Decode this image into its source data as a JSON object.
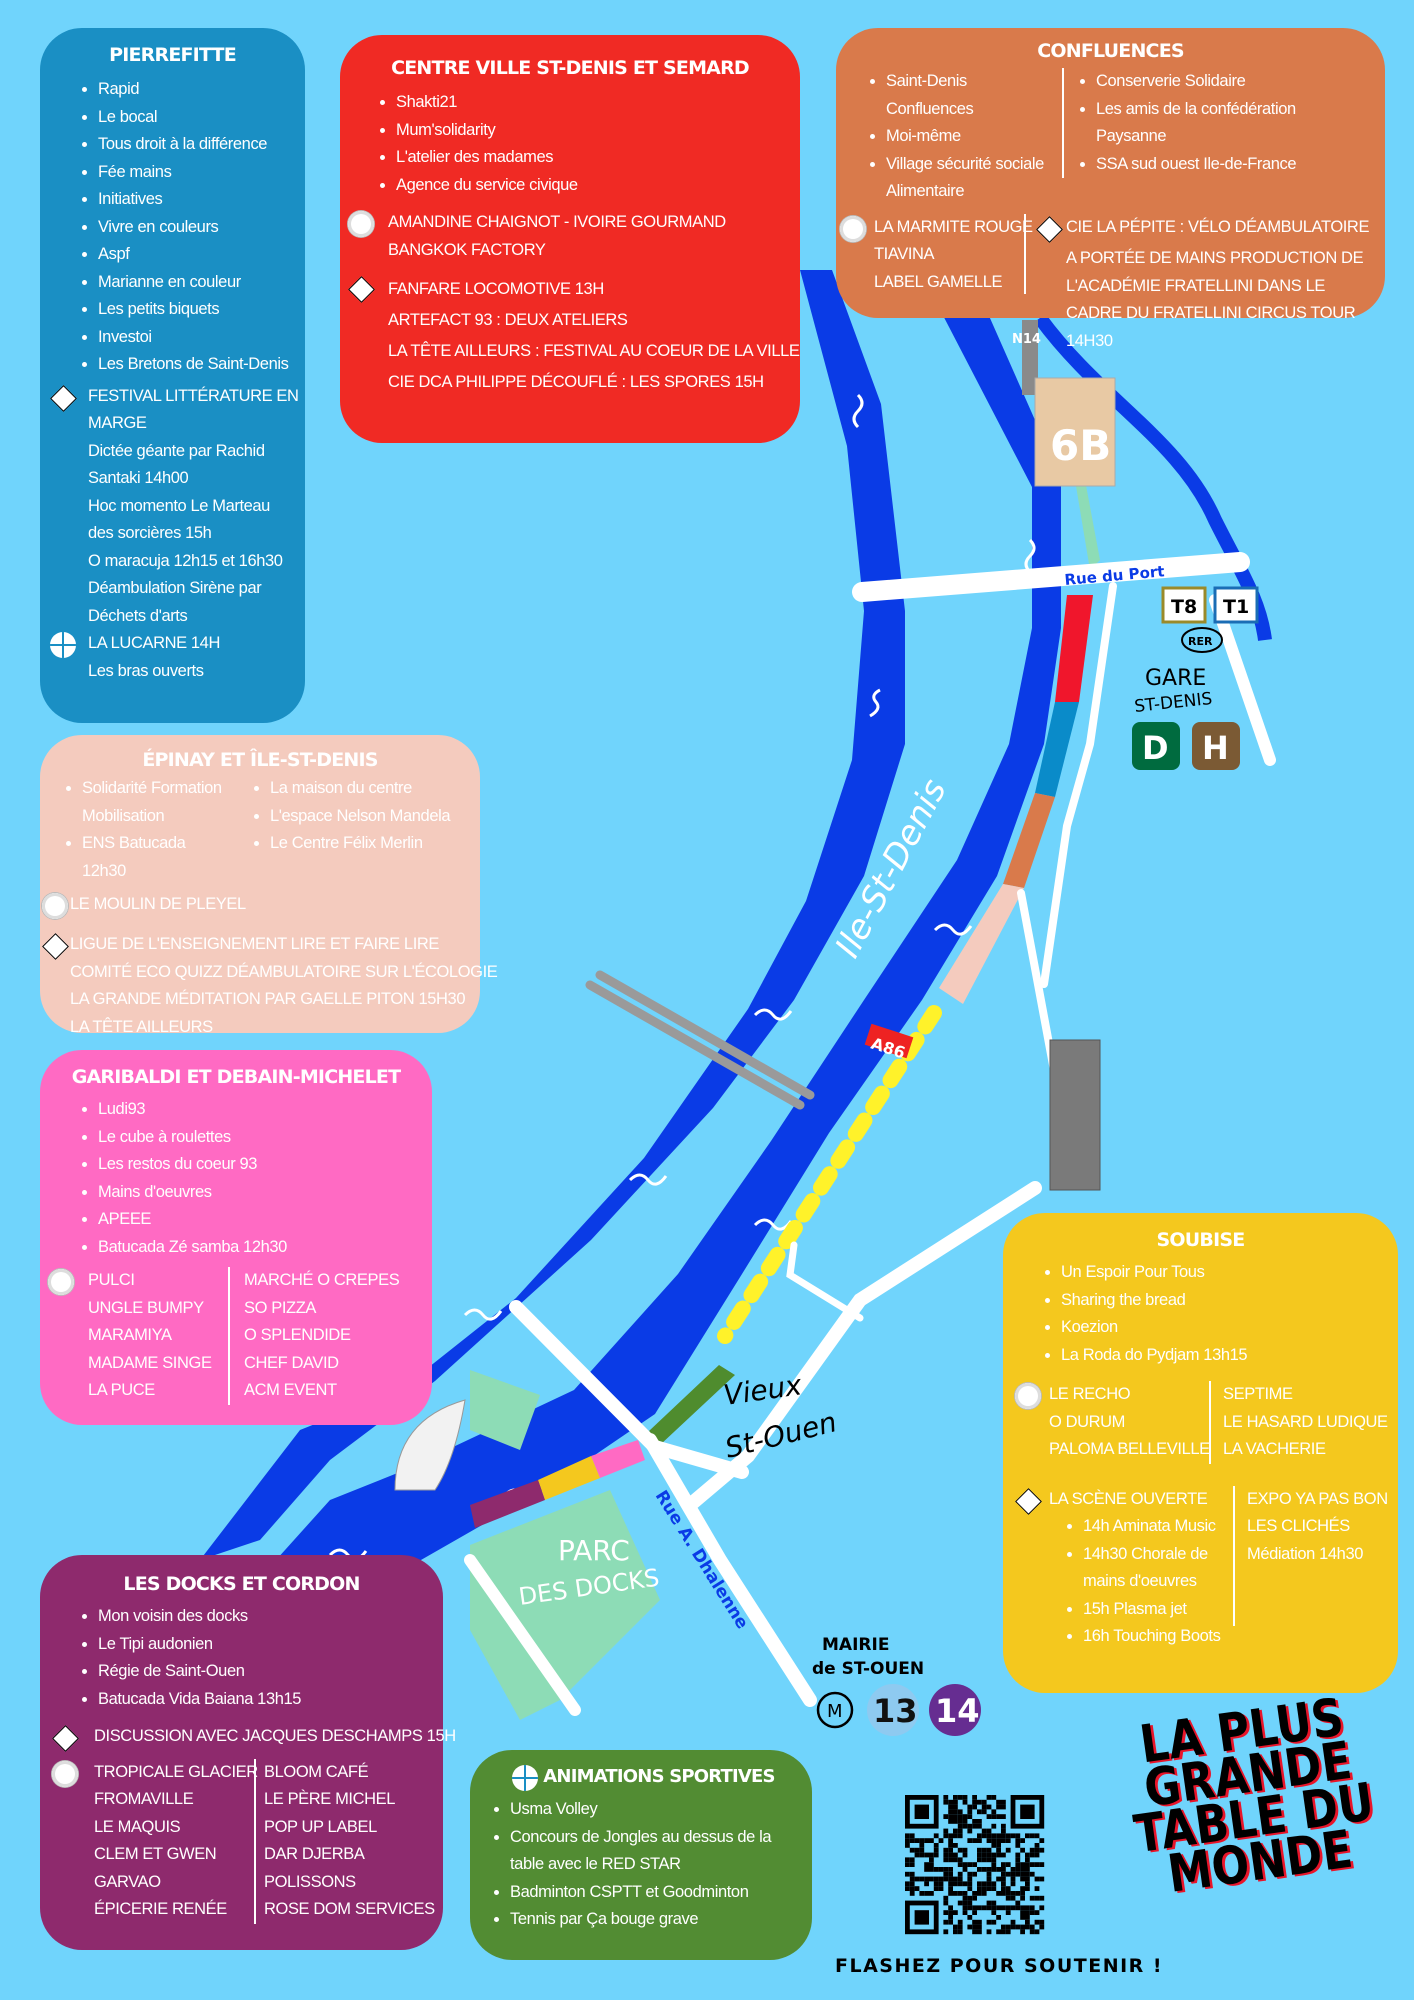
{
  "pierrefitte": {
    "title": "PIERREFITTE",
    "items": [
      "Rapid",
      "Le bocal",
      "Tous droit à la différence",
      "Fée mains",
      "Initiatives",
      "Vivre en couleurs",
      "Aspf",
      "Marianne en couleur",
      "Les petits biquets",
      "Investoi",
      "Les Bretons de Saint-Denis"
    ],
    "activities": [
      "FESTIVAL LITTÉRATURE EN",
      "MARGE",
      "Dictée géante par Rachid",
      "Santaki 14h00",
      "Hoc momento  Le Marteau",
      "des sorcières 15h",
      "O maracuja 12h15 et 16h30",
      "Déambulation Sirène par",
      "Déchets d'arts"
    ],
    "sports": [
      "LA LUCARNE 14H",
      "Les bras ouverts"
    ]
  },
  "centre_ville": {
    "title": "CENTRE VILLE ST-DENIS ET SEMARD",
    "items": [
      "Shakti21",
      "Mum'solidarity",
      "L'atelier des madames",
      "Agence du service civique"
    ],
    "food": [
      "AMANDINE CHAIGNOT - IVOIRE GOURMAND",
      "BANGKOK FACTORY"
    ],
    "activities": [
      "FANFARE LOCOMOTIVE 13H",
      "ARTEFACT 93 : DEUX ATELIERS",
      "LA TÊTE AILLEURS : FESTIVAL AU COEUR DE LA VILLE",
      "CIE DCA PHILIPPE DÉCOUFLÉ : LES SPORES 15H"
    ]
  },
  "confluences": {
    "title": "CONFLUENCES",
    "items_left": [
      "Saint-Denis Confluences",
      "Moi-même",
      "Village sécurité sociale Alimentaire"
    ],
    "items_right": [
      "Conserverie Solidaire",
      "Les amis de la confédération Paysanne",
      "SSA sud ouest Ile-de-France"
    ],
    "food": [
      "LA MARMITE ROUGE",
      "TIAVINA",
      "LABEL GAMELLE"
    ],
    "activities": [
      "CIE LA PÉPITE : VÉLO DÉAMBULATOIRE",
      "A PORTÉE DE MAINS PRODUCTION DE L'ACADÉMIE FRATELLINI DANS LE CADRE DU FRATELLINI CIRCUS TOUR 14H30"
    ]
  },
  "epinay": {
    "title": "ÉPINAY ET ÎLE-ST-DENIS",
    "items_left": [
      "Solidarité Formation Mobilisation",
      "ENS Batucada 12h30"
    ],
    "items_right": [
      "La maison du centre",
      "L'espace Nelson Mandela",
      "Le Centre Félix Merlin"
    ],
    "food": [
      "LE MOULIN DE PLEYEL"
    ],
    "activities": [
      "LIGUE DE L'ENSEIGNEMENT LIRE ET FAIRE LIRE",
      "COMITÉ ECO QUIZZ DÉAMBULATOIRE SUR L'ÉCOLOGIE",
      "LA GRANDE MÉDITATION PAR GAELLE PITON 15H30",
      "LA TÊTE AILLEURS"
    ]
  },
  "garibaldi": {
    "title": "GARIBALDI ET DEBAIN-MICHELET",
    "items": [
      "Ludi93",
      "Le cube à roulettes",
      "Les restos du coeur 93",
      "Mains d'oeuvres",
      "APEEE",
      "Batucada Zé samba 12h30"
    ],
    "food_left": [
      "PULCI",
      "UNGLE BUMPY",
      "MARAMIYA",
      "MADAME SINGE",
      "LA PUCE"
    ],
    "food_right": [
      "MARCHÉ O CREPES",
      "SO PIZZA",
      "O SPLENDIDE",
      "CHEF DAVID",
      "ACM EVENT"
    ]
  },
  "docks": {
    "title": "LES DOCKS ET CORDON",
    "items": [
      "Mon voisin des docks",
      "Le Tipi audonien",
      "Régie de Saint-Ouen",
      "Batucada Vida Baiana 13h15"
    ],
    "activities": [
      "DISCUSSION AVEC JACQUES DESCHAMPS 15H"
    ],
    "food_left": [
      "TROPICALE GLACIER",
      "FROMAVILLE",
      "LE MAQUIS",
      "CLEM ET GWEN",
      "GARVAO",
      "ÉPICERIE RENÉE"
    ],
    "food_right": [
      "BLOOM CAFÉ",
      "LE PÈRE MICHEL",
      "POP UP LABEL",
      "DAR DJERBA",
      "POLISSONS",
      "ROSE DOM SERVICES"
    ]
  },
  "animations": {
    "title": "ANIMATIONS SPORTIVES",
    "items": [
      "Usma Volley",
      "Concours de Jongles au dessus de la table avec le RED STAR",
      "Badminton CSPTT et Goodminton",
      "Tennis par Ça bouge grave"
    ]
  },
  "soubise": {
    "title": "SOUBISE",
    "items": [
      "Un Espoir Pour Tous",
      "Sharing the bread",
      "Koezion",
      "La Roda do Pydjam 13h15"
    ],
    "food_left": [
      "LE RECHO",
      "O DURUM",
      "PALOMA BELLEVILLE"
    ],
    "food_right": [
      "SEPTIME",
      "LE HASARD LUDIQUE",
      "LA VACHERIE"
    ],
    "activity_title": "LA SCÈNE OUVERTE",
    "activity_items": [
      "14h Aminata Music",
      "14h30 Chorale de mains d'oeuvres",
      "15h Plasma jet",
      "16h Touching Boots"
    ],
    "activities_right": [
      "EXPO YA PAS BON",
      "LES CLICHÉS",
      "Médiation 14h30"
    ]
  },
  "map": {
    "island": "Ile-St-Denis",
    "rue_du_port": "Rue du Port",
    "tram_t8": "T8",
    "tram_t1": "T1",
    "rer": "RER",
    "gare_line1": "GARE",
    "gare_line2": "ST-DENIS",
    "rer_d": "D",
    "rer_h": "H",
    "n14": "N14",
    "building_6b": "6B",
    "a86": "A86",
    "vieux_line1": "Vieux",
    "vieux_line2": "St-Ouen",
    "rue_dhalenne": "Rue A. Dhalenne",
    "parc_line1": "PARC",
    "parc_line2": "DES DOCKS",
    "mairie_line1": "MAIRIE",
    "mairie_line2": "de ST-OUEN",
    "metro": "M",
    "line13": "13",
    "line14": "14"
  },
  "poster": {
    "title_lines": [
      "LA PLUS",
      "GRANDE",
      "TABLE DU",
      "MONDE"
    ],
    "qr_caption": "FLASHEZ POUR SOUTENIR !"
  },
  "colors": {
    "background": "#70d4fc",
    "river": "#0a3be6",
    "pierrefitte": "#1a8fc4",
    "centre_ville": "#f02a24",
    "confluences": "#d97a4b",
    "epinay": "#f4cbbe",
    "garibaldi": "#ff6ac3",
    "docks": "#8e2a6d",
    "animations": "#528c33",
    "soubise": "#f4c81e"
  }
}
